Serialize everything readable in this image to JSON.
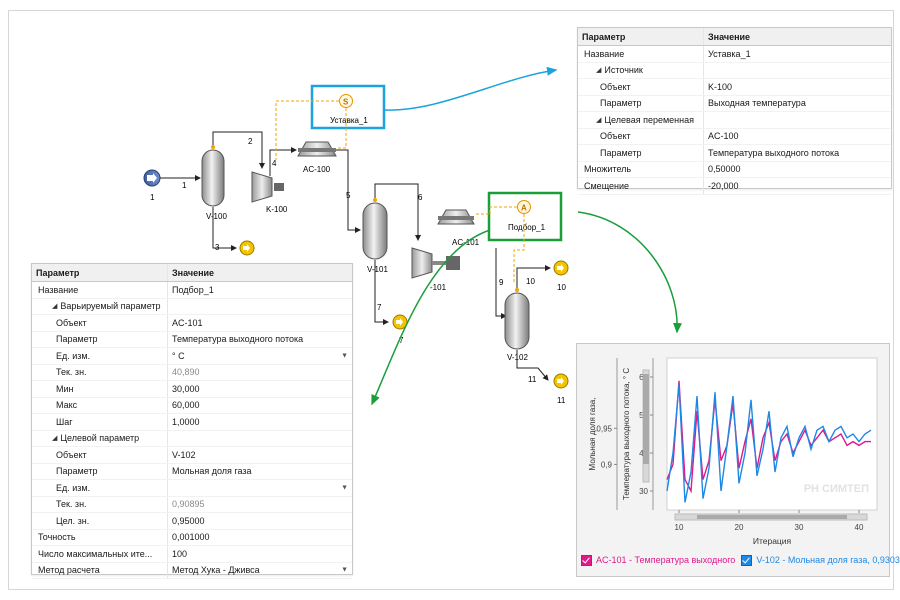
{
  "colors": {
    "blue_box": "#1aa3dd",
    "green_box": "#1a9e3a",
    "series1": "#e0198a",
    "series2": "#1e88e5",
    "orange": "#f0a500"
  },
  "flowsheet": {
    "streams": {
      "s1": "1",
      "s2": "2",
      "s3": "3",
      "s4": "4",
      "s5": "5",
      "s6": "6",
      "s7": "7",
      "s9": "9",
      "s10": "10",
      "s11": "11",
      "s10_out": "10",
      "s11_out": "11",
      "s7_out": "7",
      "s1_in": "1"
    },
    "equipment": {
      "v100": "V-100",
      "k100": "K-100",
      "ac100": "AC-100",
      "v101": "V-101",
      "ac101": "AC-101",
      "k101": "-101",
      "v102": "V-102"
    },
    "controls": {
      "setpoint_label": "Уставка_1",
      "setpoint_letter": "S",
      "adjust_label": "Подбор_1",
      "adjust_letter": "A"
    }
  },
  "setpoint_grid": {
    "headers": [
      "Параметр",
      "Значение"
    ],
    "rows": [
      {
        "param": "Название",
        "value": "Уставка_1",
        "level": 0
      },
      {
        "param": "Источник",
        "value": "",
        "level": 1,
        "group": true
      },
      {
        "param": "Объект",
        "value": "K-100",
        "level": 2
      },
      {
        "param": "Параметр",
        "value": "Выходная температура",
        "level": 2
      },
      {
        "param": "Целевая переменная",
        "value": "",
        "level": 1,
        "group": true
      },
      {
        "param": "Объект",
        "value": "AC-100",
        "level": 2
      },
      {
        "param": "Параметр",
        "value": "Температура выходного потока",
        "level": 2
      },
      {
        "param": "Множитель",
        "value": "0,50000",
        "level": 0
      },
      {
        "param": "Смещение",
        "value": "-20,000",
        "level": 0
      }
    ]
  },
  "adjust_grid": {
    "headers": [
      "Параметр",
      "Значение"
    ],
    "rows": [
      {
        "param": "Название",
        "value": "Подбор_1",
        "level": 0
      },
      {
        "param": "Варьируемый параметр",
        "value": "",
        "level": 1,
        "group": true
      },
      {
        "param": "Объект",
        "value": "AC-101",
        "level": 2
      },
      {
        "param": "Параметр",
        "value": "Температура выходного потока",
        "level": 2
      },
      {
        "param": "Ед. изм.",
        "value": "° C",
        "level": 2,
        "dropdown": true
      },
      {
        "param": "Тек. зн.",
        "value": "40,890",
        "level": 2,
        "muted": true
      },
      {
        "param": "Мин",
        "value": "30,000",
        "level": 2
      },
      {
        "param": "Макс",
        "value": "60,000",
        "level": 2
      },
      {
        "param": "Шаг",
        "value": "1,0000",
        "level": 2
      },
      {
        "param": "Целевой параметр",
        "value": "",
        "level": 1,
        "group": true
      },
      {
        "param": "Объект",
        "value": "V-102",
        "level": 2
      },
      {
        "param": "Параметр",
        "value": "Мольная доля газа",
        "level": 2
      },
      {
        "param": "Ед. изм.",
        "value": "",
        "level": 2,
        "dropdown": true
      },
      {
        "param": "Тек. зн.",
        "value": "0,90895",
        "level": 2,
        "muted": true
      },
      {
        "param": "Цел. зн.",
        "value": "0,95000",
        "level": 2
      },
      {
        "param": "Точность",
        "value": "0,001000",
        "level": 0
      },
      {
        "param": "Число максимальных ите...",
        "value": "100",
        "level": 0
      },
      {
        "param": "Метод расчета",
        "value": "Метод Хука - Дживса",
        "level": 0,
        "dropdown": true
      }
    ]
  },
  "chart_data": {
    "type": "line",
    "xlabel": "Итерация",
    "ylabel_left": "Мольная доля газа,",
    "ylabel_right": "Температура выходного потока, ° C",
    "watermark": "РН СИМТЕП",
    "x_ticks": [
      "10",
      "20",
      "30",
      "40"
    ],
    "xlim": [
      8,
      43
    ],
    "y_temp_ticks": [
      "30",
      "40",
      "50",
      "60"
    ],
    "y_temp_lim": [
      25,
      65
    ],
    "y_frac_ticks": [
      "0,9",
      "0,95"
    ],
    "x": [
      8,
      9,
      10,
      11,
      12,
      13,
      14,
      15,
      16,
      17,
      18,
      19,
      20,
      21,
      22,
      23,
      24,
      25,
      26,
      27,
      28,
      29,
      30,
      31,
      32,
      33,
      34,
      35,
      36,
      37,
      38,
      39,
      40,
      41,
      42
    ],
    "series": [
      {
        "name": "AC-101 - Температура выходного",
        "values": [
          33,
          37,
          59,
          33,
          30,
          51,
          33,
          38,
          54,
          38,
          42,
          53,
          36,
          43,
          49,
          36,
          44,
          48,
          38,
          43,
          45,
          40,
          43,
          46,
          42,
          44,
          46,
          43,
          44,
          45,
          42,
          43,
          42,
          43,
          43
        ]
      },
      {
        "name": "V-102 - Мольная доля газа, 0,9303",
        "values": [
          30,
          40,
          58,
          27,
          35,
          55,
          28,
          36,
          56,
          30,
          42,
          55,
          32,
          40,
          54,
          34,
          41,
          51,
          35,
          44,
          47,
          39,
          44,
          47,
          41,
          46,
          47,
          43,
          46,
          47,
          44,
          45,
          43,
          45,
          46
        ]
      }
    ],
    "legend": [
      "AC-101 - Температура выходного",
      "V-102 - Мольная доля газа, 0,9303"
    ]
  }
}
